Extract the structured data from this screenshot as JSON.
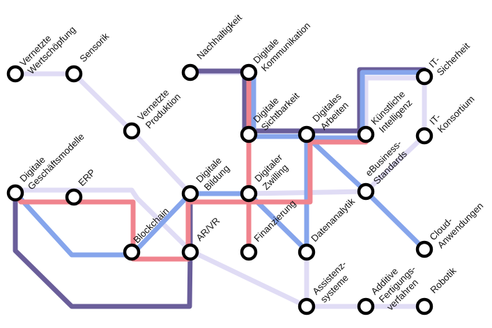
{
  "lines": [
    {
      "id": "lavender",
      "color": "#e0dcf5",
      "stops": [
        "wertschoepfung",
        "sensorik",
        "produktion",
        "bildung",
        "vr",
        "assistenz",
        "additive",
        "robotik"
      ]
    },
    {
      "id": "lavender-2",
      "color": "#e0dcf5",
      "stops": [
        "geschaeft",
        "erp",
        "vr"
      ]
    },
    {
      "id": "lavender-3",
      "color": "#e0dcf5",
      "stops": [
        "nachhaltigkeit",
        "kommunikation",
        "sichtbarkeit",
        "arbeiten",
        "ki",
        "it_sicherheit",
        "it_konsortium",
        "ebusiness",
        "zwilling",
        "datenanalytik",
        "assistenz"
      ]
    },
    {
      "id": "darkpurple",
      "color": "#6a5e9a",
      "stops": [
        "geschaeft",
        "vr",
        "bildung",
        "zwilling"
      ]
    },
    {
      "id": "darkpurple-2",
      "color": "#6a5e9a",
      "stops": [
        "nachhaltigkeit",
        "kommunikation",
        "sichtbarkeit",
        "arbeiten",
        "ki",
        "it_sicherheit"
      ]
    },
    {
      "id": "blue",
      "color": "#86a5ec",
      "stops": [
        "geschaeft",
        "blockchain",
        "bildung",
        "zwilling",
        "datenanalytik",
        "arbeiten",
        "ki",
        "it_sicherheit",
        "kommunikation"
      ]
    },
    {
      "id": "blue-2",
      "color": "#86a5ec",
      "stops": [
        "arbeiten",
        "ebusiness",
        "cloud"
      ]
    },
    {
      "id": "pink",
      "color": "#f0848e",
      "stops": [
        "geschaeft",
        "blockchain",
        "vr",
        "bildung",
        "zwilling",
        "finanzierung",
        "kommunikation",
        "sichtbarkeit",
        "arbeiten",
        "ki"
      ]
    }
  ],
  "stations": [
    {
      "id": "wertschoepfung",
      "name": "wertschoepfung-station",
      "label": [
        "Vernetzte",
        "Wertschöpfung"
      ]
    },
    {
      "id": "sensorik",
      "name": "sensorik-station",
      "label": [
        "Sensorik"
      ]
    },
    {
      "id": "nachhaltigkeit",
      "name": "nachhaltigkeit-station",
      "label": [
        "Nachhaltigkeit"
      ]
    },
    {
      "id": "kommunikation",
      "name": "kommunikation-station",
      "label": [
        "Digitale",
        "Kommunikation"
      ]
    },
    {
      "id": "it_sicherheit",
      "name": "it-sicherheit-station",
      "label": [
        "IT-",
        "Sicherheit"
      ]
    },
    {
      "id": "produktion",
      "name": "produktion-station",
      "label": [
        "Vernetzte",
        "Produktion"
      ]
    },
    {
      "id": "sichtbarkeit",
      "name": "sichtbarkeit-station",
      "label": [
        "Digitale",
        "Sichtbarkeit"
      ]
    },
    {
      "id": "arbeiten",
      "name": "arbeiten-station",
      "label": [
        "Digitales",
        "Arbeiten"
      ]
    },
    {
      "id": "ki",
      "name": "ki-station",
      "label": [
        "Künstliche",
        "Intelligenz"
      ]
    },
    {
      "id": "it_konsortium",
      "name": "it-konsortium-station",
      "label": [
        "IT-",
        "Konsortium"
      ]
    },
    {
      "id": "geschaeft",
      "name": "geschaeftsmodelle-station",
      "label": [
        "Digitale",
        "Geschäftsmodelle"
      ]
    },
    {
      "id": "erp",
      "name": "erp-station",
      "label": [
        "ERP"
      ]
    },
    {
      "id": "bildung",
      "name": "bildung-station",
      "label": [
        "Digitale",
        "Bildung"
      ]
    },
    {
      "id": "zwilling",
      "name": "zwilling-station",
      "label": [
        "Digitaler",
        "Zwilling"
      ]
    },
    {
      "id": "ebusiness",
      "name": "ebusiness-station",
      "label": [
        "eBusiness-",
        "Standards"
      ]
    },
    {
      "id": "blockchain",
      "name": "blockchain-station",
      "label": [
        "Blockchain"
      ]
    },
    {
      "id": "vr",
      "name": "ar-vr-station",
      "label": [
        "AR/VR"
      ]
    },
    {
      "id": "finanzierung",
      "name": "finanzierung-station",
      "label": [
        "Finanzierung"
      ]
    },
    {
      "id": "datenanalytik",
      "name": "datenanalytik-station",
      "label": [
        "Datenanalytik"
      ]
    },
    {
      "id": "cloud",
      "name": "cloud-station",
      "label": [
        "Cloud-",
        "Anwendungen"
      ]
    },
    {
      "id": "assistenz",
      "name": "assistenz-station",
      "label": [
        "Assistenz-",
        "systeme"
      ]
    },
    {
      "id": "additive",
      "name": "additive-station",
      "label": [
        "Additive",
        "Fertigungs-",
        "verfahren"
      ]
    },
    {
      "id": "robotik",
      "name": "robotik-station",
      "label": [
        "Robotik"
      ]
    }
  ]
}
